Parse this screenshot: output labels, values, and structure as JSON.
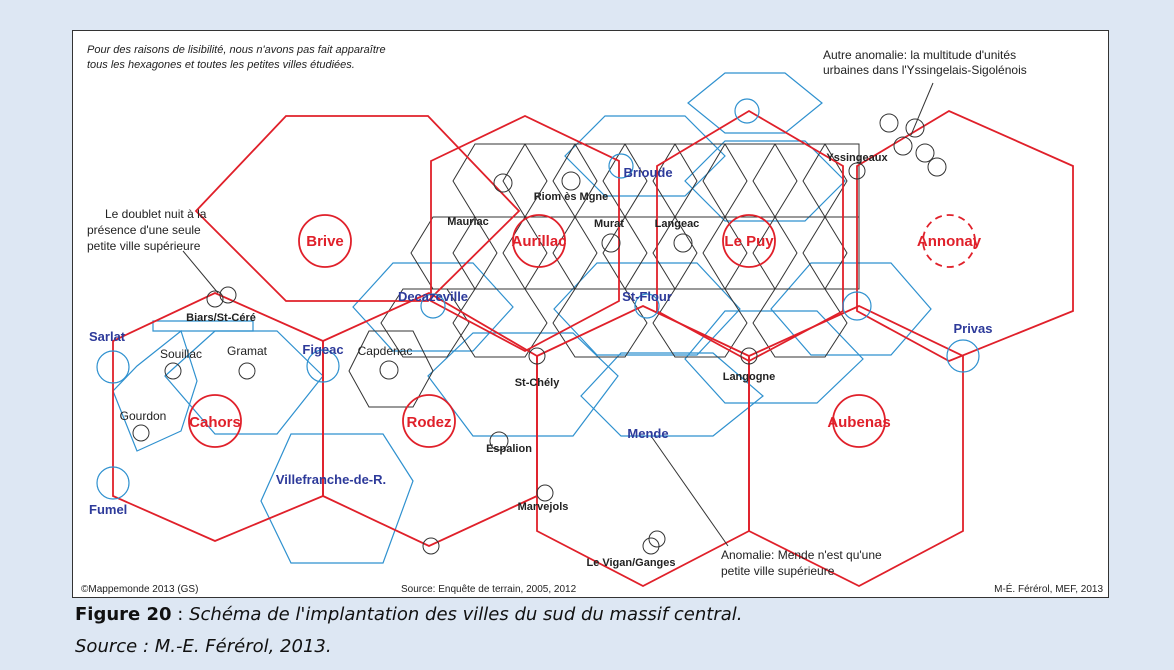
{
  "notes": {
    "readability_line1": "Pour des raisons de lisibilité, nous n'avons pas fait apparaître",
    "readability_line2": "tous les hexagones et toutes les petites villes étudiées.",
    "anomaly_top_line1": "Autre anomalie: la multitude d'unités",
    "anomaly_top_line2": "urbaines dans l'Yssingelais-Sigolénois",
    "doublet_line1": "Le doublet nuit à la",
    "doublet_line2": "présence d'une seule",
    "doublet_line3": "petite ville supérieure",
    "mende_line1": "Anomalie: Mende n'est qu'une",
    "mende_line2": "petite ville supérieure"
  },
  "cities_major": {
    "brive": "Brive",
    "aurillac": "Aurillac",
    "le_puy": "Le Puy",
    "annonay": "Annonay",
    "cahors": "Cahors",
    "rodez": "Rodez",
    "aubenas": "Aubenas"
  },
  "cities_superior": {
    "brioude": "Brioude",
    "decazeville": "Decazeville",
    "st_flour": "St-Flour",
    "sarlat": "Sarlat",
    "figeac": "Figeac",
    "privas": "Privas",
    "mende": "Mende",
    "villefranche": "Villefranche-de-R.",
    "fumel": "Fumel"
  },
  "cities_small": {
    "riom": "Riom ès Mgne",
    "mauriac": "Mauriac",
    "murat": "Murat",
    "langeac": "Langeac",
    "yssingeaux": "Yssingeaux",
    "biars": "Biars/St-Céré",
    "souillac": "Souillac",
    "gramat": "Gramat",
    "capdenac": "Capdenac",
    "st_chely": "St-Chély",
    "langogne": "Langogne",
    "gourdon": "Gourdon",
    "espalion": "Espalion",
    "marvejols": "Marvejols",
    "le_vigan": "Le Vigan/Ganges"
  },
  "footer": {
    "copyright": "©Mappemonde 2013 (GS)",
    "source": "Source: Enquête de terrain, 2005, 2012",
    "author": "M-É. Férérol, MEF, 2013"
  },
  "caption": {
    "figure_label": "Figure 20",
    "separator": " : ",
    "text": "Schéma de l'implantation des villes du sud du massif central.",
    "source": "Source : M.-E. Férérol, 2013."
  },
  "colors": {
    "background": "#dde7f3",
    "red": "#e0202a",
    "blue": "#2f91cf",
    "navy": "#2d3a9a",
    "gray": "#333333"
  }
}
